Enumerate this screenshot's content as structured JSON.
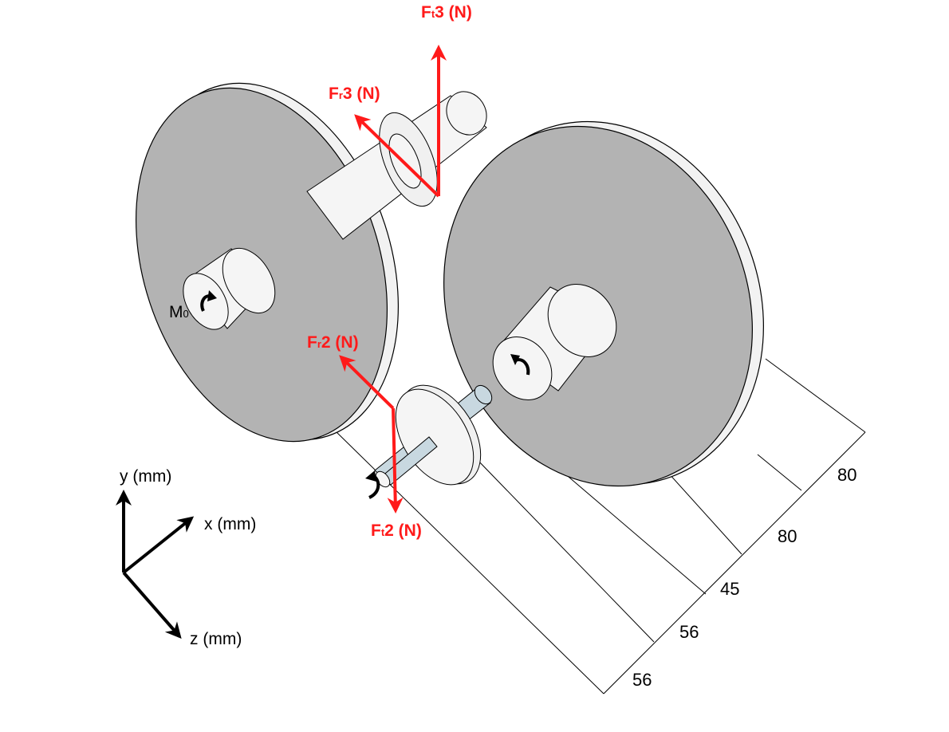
{
  "forces": {
    "ft3": {
      "main": "F",
      "sub": "t",
      "rest": "3 (N)"
    },
    "fr3": {
      "main": "F",
      "sub": "r",
      "rest": "3 (N)"
    },
    "fr2": {
      "main": "F",
      "sub": "r",
      "rest": "2 (N)"
    },
    "ft2": {
      "main": "F",
      "sub": "t",
      "rest": "2 (N)"
    }
  },
  "moment": {
    "main": "M",
    "sub": "0"
  },
  "axes": {
    "y": "y (mm)",
    "x": "x (mm)",
    "z": "z (mm)"
  },
  "dimensions": [
    "56",
    "56",
    "45",
    "80",
    "80"
  ],
  "colors": {
    "force": "#ff1a1a",
    "gear_face": "#b3b3b3",
    "shaft": "#f5f5f5",
    "small_shaft": "#c8d8e0",
    "outline": "#000000"
  },
  "icons": [
    "rotation-arrow-icon"
  ]
}
